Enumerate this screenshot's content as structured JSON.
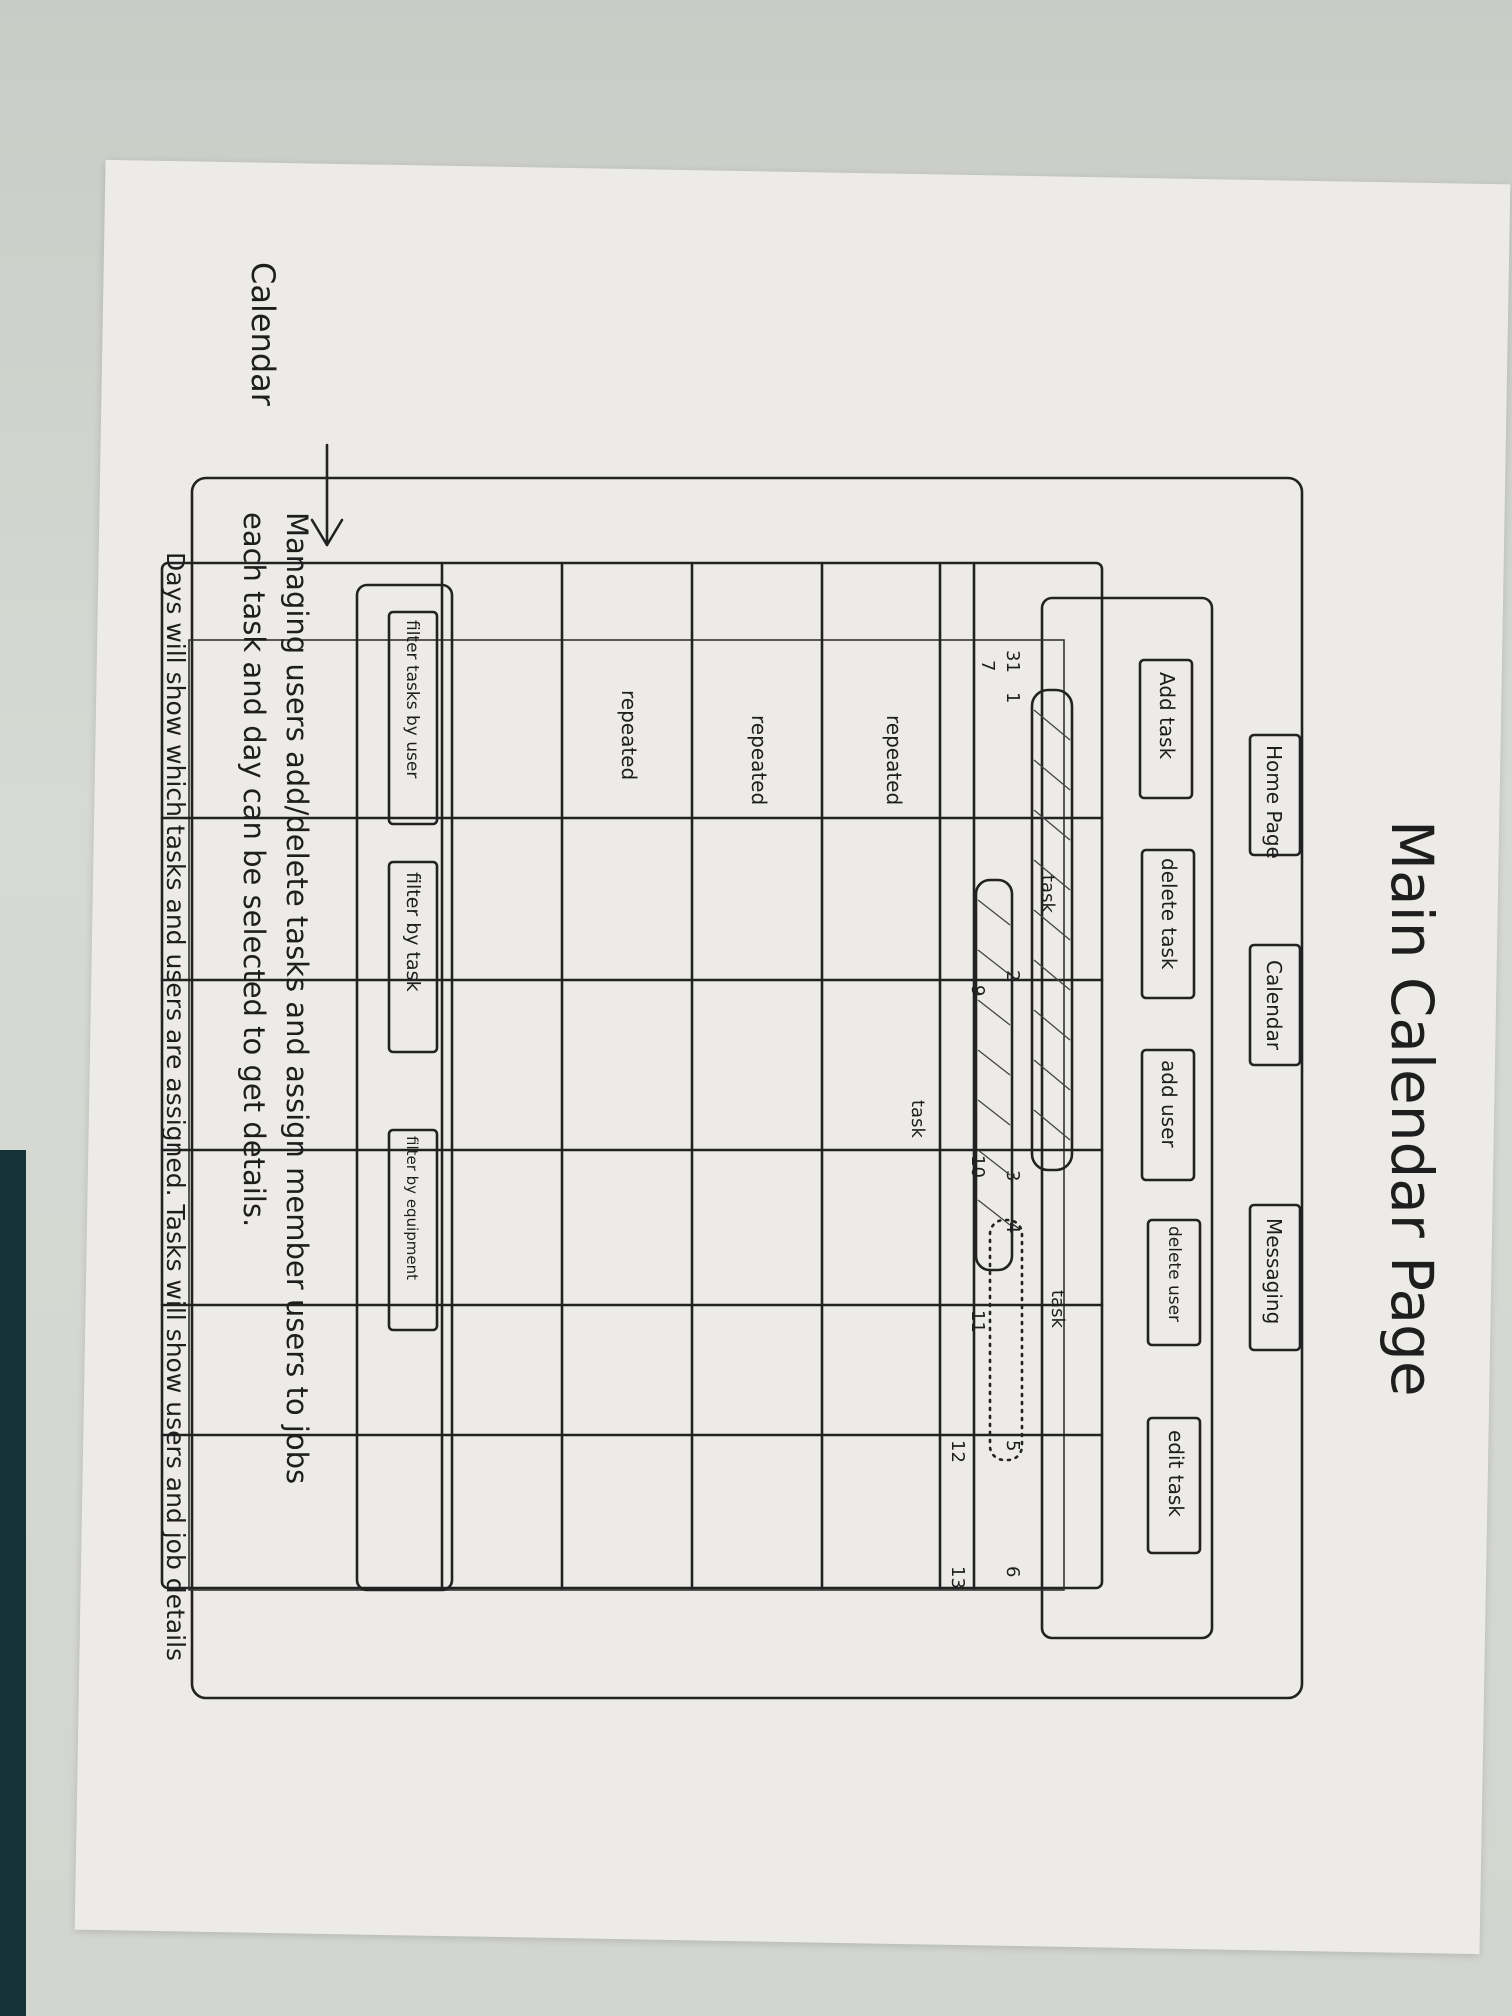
{
  "title": "Main Calendar Page",
  "callout": "Calendar",
  "nav": {
    "home": "Home Page",
    "calendar": "Calendar",
    "messaging": "Messaging"
  },
  "actions": {
    "add_task": "Add task",
    "delete_task": "delete task",
    "add_user": "add user",
    "delete_user": "delete user",
    "edit_task": "edit task"
  },
  "filters": {
    "by_user": "filter tasks by user",
    "by_task": "filter by task",
    "by_equipment": "filter by equipment"
  },
  "calendar": {
    "day_numbers": [
      "31",
      "1",
      "2",
      "3",
      "4",
      "5",
      "6"
    ],
    "row_labels": [
      "repeated",
      "repeated",
      "repeated"
    ],
    "week2_numbers": [
      "7",
      "9",
      "10",
      "11",
      "12",
      "13"
    ],
    "task_label": "task"
  },
  "notes": {
    "line1": "Managing users add/delete tasks and assign member users to jobs",
    "line2": "each task and day can be selected to get details.",
    "line3": "Days will show which tasks and users are assigned. Tasks will show users and job details"
  }
}
